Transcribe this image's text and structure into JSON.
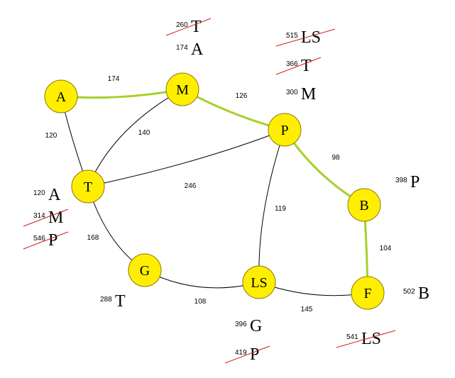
{
  "nodes": [
    {
      "id": "A",
      "label": "A"
    },
    {
      "id": "M",
      "label": "M"
    },
    {
      "id": "P",
      "label": "P"
    },
    {
      "id": "T",
      "label": "T"
    },
    {
      "id": "B",
      "label": "B"
    },
    {
      "id": "G",
      "label": "G"
    },
    {
      "id": "LS",
      "label": "LS"
    },
    {
      "id": "F",
      "label": "F"
    }
  ],
  "edges": [
    {
      "from": "A",
      "to": "M",
      "weight": "174",
      "highlighted": true
    },
    {
      "from": "A",
      "to": "T",
      "weight": "120",
      "highlighted": false
    },
    {
      "from": "M",
      "to": "T",
      "weight": "140",
      "highlighted": false
    },
    {
      "from": "M",
      "to": "P",
      "weight": "126",
      "highlighted": true
    },
    {
      "from": "T",
      "to": "P",
      "weight": "246",
      "highlighted": false
    },
    {
      "from": "P",
      "to": "B",
      "weight": "98",
      "highlighted": true
    },
    {
      "from": "P",
      "to": "LS",
      "weight": "119",
      "highlighted": false
    },
    {
      "from": "T",
      "to": "G",
      "weight": "168",
      "highlighted": false
    },
    {
      "from": "G",
      "to": "LS",
      "weight": "108",
      "highlighted": false
    },
    {
      "from": "LS",
      "to": "F",
      "weight": "145",
      "highlighted": false
    },
    {
      "from": "B",
      "to": "F",
      "weight": "104",
      "highlighted": true
    }
  ],
  "distance_labels": [
    {
      "node": "M",
      "entries": [
        {
          "dist": "260",
          "pred": "T",
          "crossed": true
        },
        {
          "dist": "174",
          "pred": "A",
          "crossed": false
        }
      ]
    },
    {
      "node": "P",
      "entries": [
        {
          "dist": "515",
          "pred": "LS",
          "crossed": true
        },
        {
          "dist": "366",
          "pred": "T",
          "crossed": true
        },
        {
          "dist": "300",
          "pred": "M",
          "crossed": false
        }
      ]
    },
    {
      "node": "T",
      "entries": [
        {
          "dist": "120",
          "pred": "A",
          "crossed": false
        },
        {
          "dist": "314",
          "pred": "M",
          "crossed": true
        },
        {
          "dist": "546",
          "pred": "P",
          "crossed": true
        }
      ]
    },
    {
      "node": "B",
      "entries": [
        {
          "dist": "398",
          "pred": "P",
          "crossed": false
        }
      ]
    },
    {
      "node": "F",
      "entries": [
        {
          "dist": "502",
          "pred": "B",
          "crossed": false
        }
      ]
    },
    {
      "node": "F2",
      "entries": [
        {
          "dist": "541",
          "pred": "LS",
          "crossed": true
        }
      ]
    },
    {
      "node": "G",
      "entries": [
        {
          "dist": "288",
          "pred": "T",
          "crossed": false
        }
      ]
    },
    {
      "node": "LS",
      "entries": [
        {
          "dist": "396",
          "pred": "G",
          "crossed": false
        },
        {
          "dist": "419",
          "pred": "P",
          "crossed": true
        }
      ]
    }
  ]
}
